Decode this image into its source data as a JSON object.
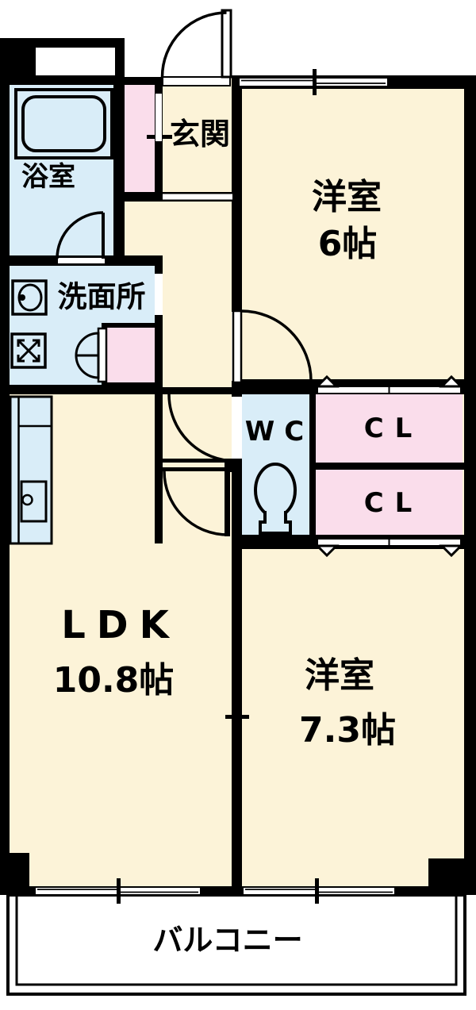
{
  "floorplan": {
    "type": "apartment-floor-plan",
    "labels": {
      "bathroom": "浴室",
      "entrance": "玄関",
      "room1_name": "洋室",
      "room1_size": "6帖",
      "washroom": "洗面所",
      "wc": "WC",
      "closet_top": "CL",
      "closet_bottom": "CL",
      "ldk_name": "LDK",
      "ldk_size": "10.8帖",
      "room2_name": "洋室",
      "room2_size": "7.3帖",
      "balcony": "バルコニー"
    },
    "fixtures": [
      "bathtub-icon",
      "washbasin-icon",
      "washing-machine-space-icon",
      "kitchen-counter-icon",
      "kitchen-sink-icon",
      "toilet-icon",
      "closet-double-door-icon",
      "door-swing-arc",
      "sliding-window",
      "closet-chevron-marker"
    ],
    "colors": {
      "room_floor": "#FCF3D8",
      "wet_area_blue": "#D9EDF8",
      "closet_pink": "#FADDEB",
      "wall": "#000000",
      "background": "#FFFFFF"
    }
  }
}
